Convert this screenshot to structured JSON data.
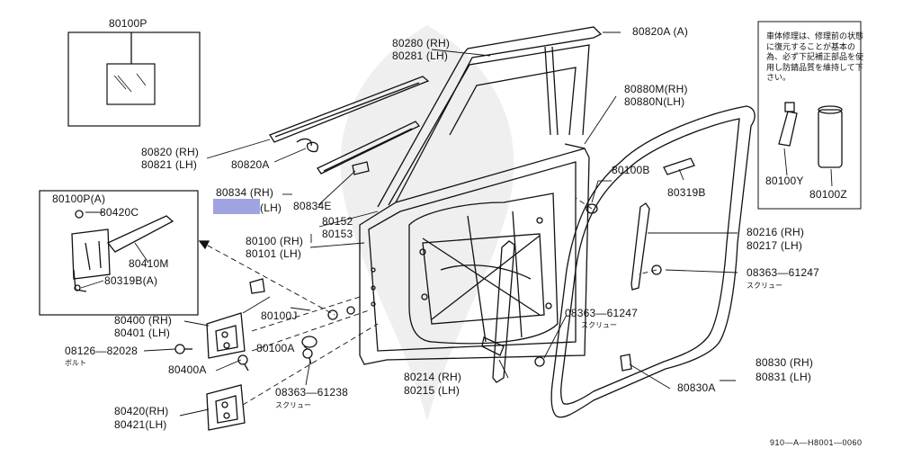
{
  "diagram": {
    "footer_code": "910—A—H8001—0060",
    "notice_jp": "車体修理は、修理前の状態に復元することが基本の為、必ず下記補正部品を使用し防錆品質を維持して下さい。",
    "labels": {
      "p80100P": "80100P",
      "p80280": "80280 (RH)",
      "p80281": "80281 (LH)",
      "p80820A_top": "80820A (A)",
      "p80880M": "80880M(RH)",
      "p80880N": "80880N(LH)",
      "p80820": "80820 (RH)",
      "p80821": "80821 (LH)",
      "p80820A": "80820A",
      "p80834": "80834 (RH)",
      "p80834_lh": "(LH)",
      "p80834E": "80834E",
      "p80152": "80152",
      "p80153": "80153",
      "p80100": "80100 (RH)",
      "p80101": "80101 (LH)",
      "p80100B": "80100B",
      "p80319B": "80319B",
      "p80100Y": "80100Y",
      "p80100Z": "80100Z",
      "p80216": "80216 (RH)",
      "p80217": "80217 (LH)",
      "p08363_right": "08363—61247",
      "screw_right": "スクリュー",
      "p80100P_A": "80100P(A)",
      "p80420C": "80420C",
      "p80410M": "80410M",
      "p80319B_A": "80319B(A)",
      "p80100J": "80100J",
      "p80400": "80400 (RH)",
      "p80401": "80401 (LH)",
      "p08126": "08126—82028",
      "bolt": "ボルト",
      "p80100A": "80100A",
      "p80400A": "80400A",
      "p08363_mid": "08363—61247",
      "screw_mid": "スクリュー",
      "p08363_low": "08363—61238",
      "screw_low": "スクリュー",
      "p80420": "80420(RH)",
      "p80421": "80421(LH)",
      "p80214": "80214 (RH)",
      "p80215": "80215 (LH)",
      "p80830A": "80830A",
      "p80830": "80830 (RH)",
      "p80831": "80831 (LH)"
    },
    "colors": {
      "line": "#111111",
      "highlight": "#9fa4e0",
      "background": "#ffffff"
    }
  }
}
